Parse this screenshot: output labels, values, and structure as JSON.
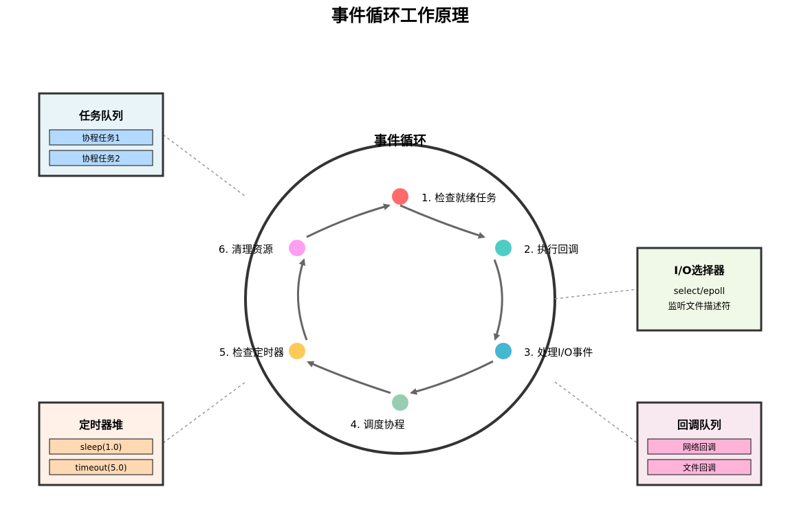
{
  "title": "事件循环工作原理",
  "loop_label": "事件循环",
  "steps": [
    {
      "label": "1. 检查就绪任务",
      "color": "#ff6b6b"
    },
    {
      "label": "2. 执行回调",
      "color": "#4ecdc4"
    },
    {
      "label": "3. 处理I/O事件",
      "color": "#45b7d1"
    },
    {
      "label": "4. 调度协程",
      "color": "#96ceb4"
    },
    {
      "label": "5. 检查定时器",
      "color": "#feca57"
    },
    {
      "label": "6. 清理资源",
      "color": "#ff9ff3"
    }
  ],
  "task_queue": {
    "title": "任务队列",
    "items": [
      "协程任务1",
      "协程任务2"
    ],
    "bg": "#e8f4f8",
    "item_bg": "#b3d9ff"
  },
  "io_selector": {
    "title": "I/O选择器",
    "lines": [
      "select/epoll",
      "监听文件描述符"
    ],
    "bg": "#f0f8e8"
  },
  "timer_heap": {
    "title": "定时器堆",
    "items": [
      "sleep(1.0)",
      "timeout(5.0)"
    ],
    "bg": "#fff0e8",
    "item_bg": "#ffd9b3"
  },
  "callback_queue": {
    "title": "回调队列",
    "items": [
      "网络回调",
      "文件回调"
    ],
    "bg": "#f8e8f0",
    "item_bg": "#ffb3d9"
  }
}
